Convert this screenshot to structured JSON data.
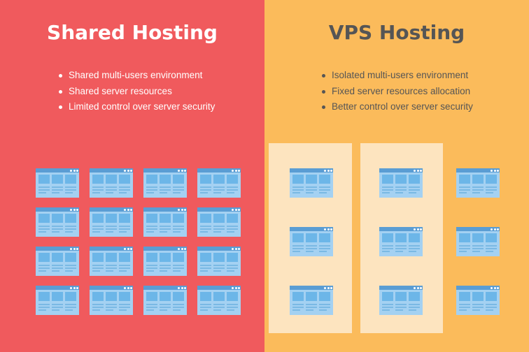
{
  "colors": {
    "shared_bg": "#f05a5d",
    "vps_bg": "#fbbb5b",
    "vps_column": "#fde4bf",
    "site_bar": "#5a9dd4",
    "site_body": "#a4d1f2",
    "site_box": "#6cb6e8",
    "site_line": "#7ab9e4",
    "shared_text": "#ffffff",
    "vps_text": "#555555"
  },
  "shared": {
    "title": "Shared Hosting",
    "bullets": [
      "Shared multi-users environment",
      "Shared server resources",
      "Limited control over server security"
    ],
    "website_count": 16
  },
  "vps": {
    "title": "VPS Hosting",
    "bullets": [
      "Isolated multi-users environment",
      "Fixed server resources allocation",
      "Better control over server security"
    ],
    "isolated_columns": 3,
    "websites_per_column": 3
  }
}
